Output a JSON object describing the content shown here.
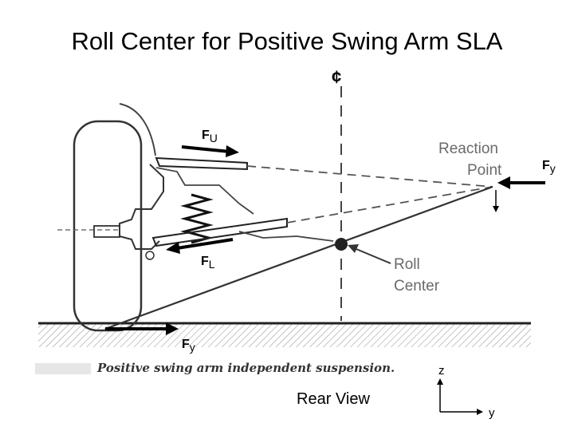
{
  "slide": {
    "title": "Roll Center for Positive Swing Arm SLA"
  },
  "labels": {
    "centerline": "¢",
    "force_upper": "F",
    "force_upper_sub": "U",
    "force_lower": "F",
    "force_lower_sub": "L",
    "force_y_right": "F",
    "force_y_right_sub": "y",
    "force_y_ground": "F",
    "force_y_ground_sub": "y",
    "reaction_point_line1": "Reaction",
    "reaction_point_line2": "Point",
    "roll_center_line1": "Roll",
    "roll_center_line2": "Center",
    "caption": "Positive swing arm independent suspension.",
    "view_label": "Rear View",
    "axis_z": "z",
    "axis_y": "y"
  },
  "colors": {
    "ink": "#000000",
    "scan_gray": "#555555",
    "hatch": "#9a9a9a"
  }
}
